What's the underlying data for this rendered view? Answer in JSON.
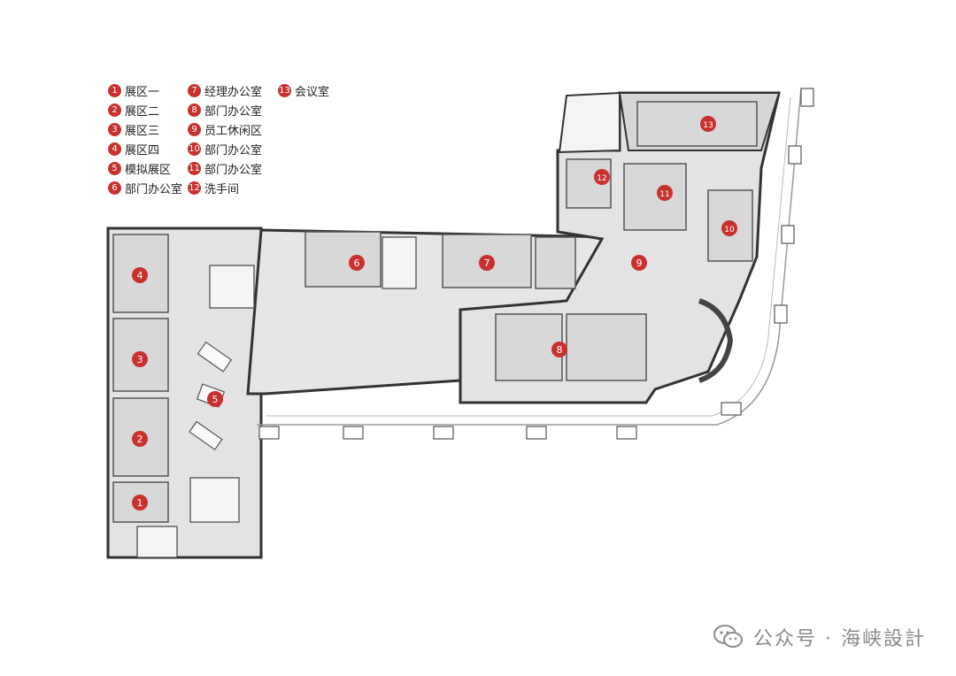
{
  "legend": [
    {
      "num": "1",
      "label": "展区一"
    },
    {
      "num": "2",
      "label": "展区二"
    },
    {
      "num": "3",
      "label": "展区三"
    },
    {
      "num": "4",
      "label": "展区四"
    },
    {
      "num": "5",
      "label": "模拟展区"
    },
    {
      "num": "6",
      "label": "部门办公室"
    },
    {
      "num": "7",
      "label": "经理办公室"
    },
    {
      "num": "8",
      "label": "部门办公室"
    },
    {
      "num": "9",
      "label": "员工休闲区"
    },
    {
      "num": "10",
      "label": "部门办公室"
    },
    {
      "num": "11",
      "label": "部门办公室"
    },
    {
      "num": "12",
      "label": "洗手间"
    },
    {
      "num": "13",
      "label": "会议室"
    }
  ],
  "markers": [
    "4",
    "3",
    "5",
    "2",
    "1",
    "6",
    "7",
    "8",
    "9",
    "10",
    "11",
    "12",
    "13"
  ],
  "colors": {
    "marker": "#c8312e",
    "floor": "#d9d9d9",
    "wall": "#2b2b2b",
    "corridor": "#e6e6e6"
  },
  "watermark": {
    "icon": "wechat-icon",
    "text": "公众号 · 海峡設計"
  }
}
